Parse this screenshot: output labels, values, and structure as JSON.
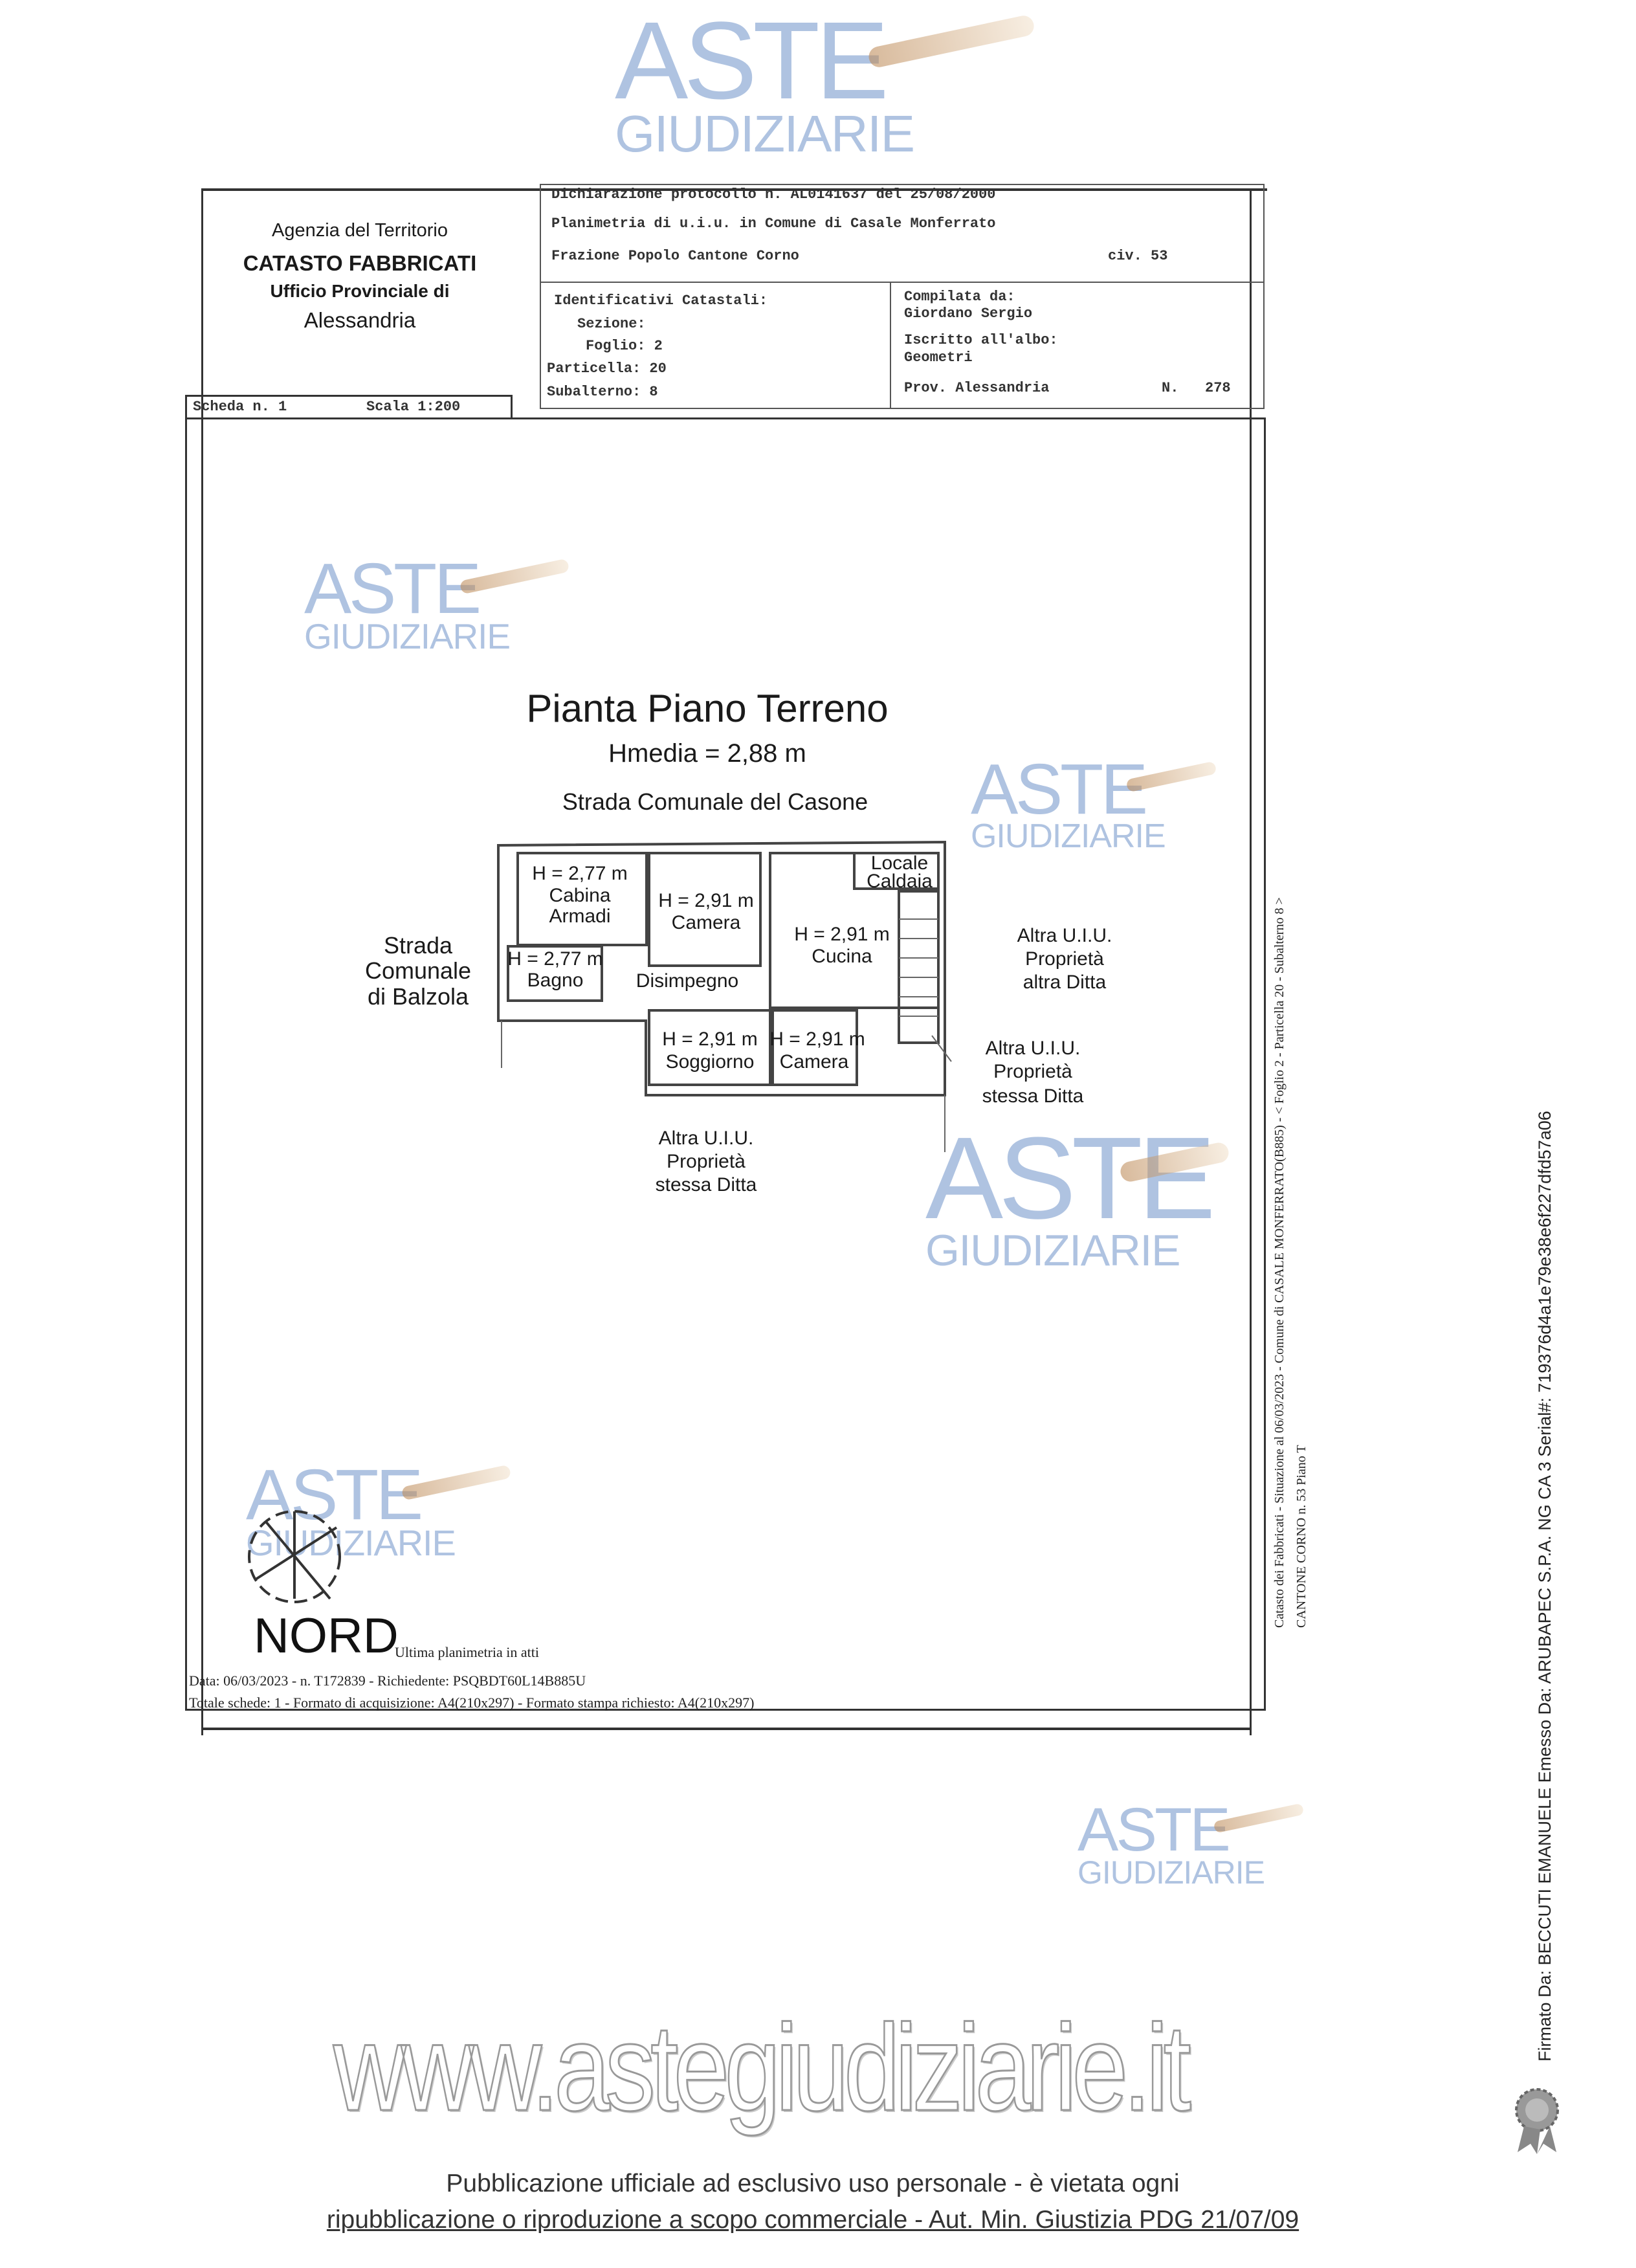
{
  "header": {
    "agency": "Agenzia del Territorio",
    "registry": "CATASTO FABBRICATI",
    "office": "Ufficio Provinciale di",
    "city": "Alessandria",
    "declaration": "Dichiarazione protocollo n. AL0141637 del 25/08/2000",
    "planimetry": "Planimetria di u.i.u. in Comune di Casale Monferrato",
    "location": "Frazione Popolo Cantone Corno",
    "civic": "civ. 53",
    "identifiers_label": "Identificativi Catastali:",
    "sezione": "Sezione:",
    "foglio": "Foglio: 2",
    "particella": "Particella: 20",
    "subalterno": "Subalterno: 8",
    "compiled_by_label": "Compilata da:",
    "compiled_by": "Giordano Sergio",
    "registered_label": "Iscritto all'albo:",
    "registered": "Geometri",
    "province": "Prov. Alessandria",
    "number_label": "N.",
    "number": "278",
    "scheda": "Scheda n. 1",
    "scale": "Scala 1:200"
  },
  "plan": {
    "title": "Pianta Piano Terreno",
    "hmedia": "Hmedia = 2,88 m",
    "street_top": "Strada Comunale del Casone",
    "street_left": [
      "Strada",
      "Comunale",
      "di Balzola"
    ],
    "rooms": [
      {
        "h": "H = 2,77 m",
        "name": [
          "Cabina",
          "Armadi"
        ]
      },
      {
        "h": "H = 2,91 m",
        "name": [
          "Camera"
        ]
      },
      {
        "h": "H = 2,91 m",
        "name": [
          "Cucina"
        ]
      },
      {
        "h": "",
        "name": [
          "Locale",
          "Caldaia"
        ]
      },
      {
        "h": "H = 2,77 m",
        "name": [
          "Bagno"
        ]
      },
      {
        "h": "",
        "name": [
          "Disimpegno"
        ]
      },
      {
        "h": "H = 2,91 m",
        "name": [
          "Soggiorno"
        ]
      },
      {
        "h": "H = 2,91 m",
        "name": [
          "Camera"
        ]
      }
    ],
    "neighbor_right": [
      "Altra U.I.U.",
      "Proprietà",
      "altra Ditta"
    ],
    "neighbor_right_low": [
      "Altra U.I.U.",
      "Proprietà",
      "stessa Ditta"
    ],
    "neighbor_bottom": [
      "Altra U.I.U.",
      "Proprietà",
      "stessa Ditta"
    ],
    "north": "NORD"
  },
  "footer_frame": {
    "last_plan": "Ultima planimetria in atti",
    "data_line": "Data: 06/03/2023 - n. T172839 - Richiedente: PSQBDT60L14B885U",
    "totals_line": "Totale schede: 1 - Formato di acquisizione: A4(210x297) - Formato stampa richiesto: A4(210x297)",
    "side_1": "Catasto dei Fabbricati - Situazione al 06/03/2023 - Comune di CASALE MONFERRATO(B885) - < Foglio 2 - Particella 20 - Subalterno 8 >",
    "side_2": "CANTONE CORNO n. 53 Piano T"
  },
  "watermark": {
    "line1": "ASTE",
    "line2": "GIUDIZIARIE",
    "url": "www.astegiudiziarie.it"
  },
  "signature": "Firmato Da: BECCUTI EMANUELE Emesso Da: ARUBAPEC S.P.A. NG CA 3 Serial#: 719376d4a1e79e38e6f227dfd57a06",
  "disclaimer": [
    "Pubblicazione ufficiale ad esclusivo uso personale - è vietata ogni",
    "ripubblicazione o riproduzione a scopo commerciale - Aut. Min. Giustizia PDG 21/07/09"
  ],
  "colors": {
    "watermark": "#6e91c8",
    "gavel": "#be8c5a",
    "ink": "#1a1a1a"
  }
}
